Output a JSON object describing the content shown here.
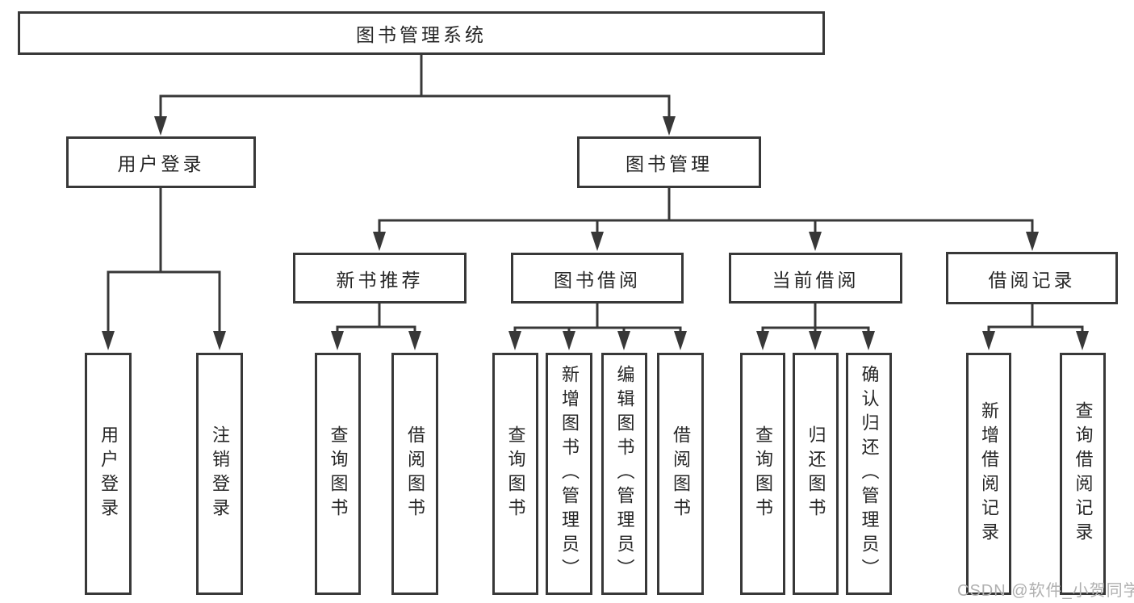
{
  "colors": {
    "line": "#383838",
    "text": "#262626",
    "background": "#ffffff",
    "watermark": "#b0b0b0"
  },
  "watermark": {
    "text": "CSDN @软件_小贺同学"
  },
  "tree": {
    "root": {
      "label": "图书管理系统",
      "children": [
        {
          "label": "用户登录",
          "children": [
            {
              "label": "用户登录"
            },
            {
              "label": "注销登录"
            }
          ]
        },
        {
          "label": "图书管理",
          "children": [
            {
              "label": "新书推荐",
              "children": [
                {
                  "label": "查询图书"
                },
                {
                  "label": "借阅图书"
                }
              ]
            },
            {
              "label": "图书借阅",
              "children": [
                {
                  "label": "查询图书"
                },
                {
                  "label": "新增图书（管理员）"
                },
                {
                  "label": "编辑图书（管理员）"
                },
                {
                  "label": "借阅图书"
                }
              ]
            },
            {
              "label": "当前借阅",
              "children": [
                {
                  "label": "查询图书"
                },
                {
                  "label": "归还图书"
                },
                {
                  "label": "确认归还（管理员）"
                }
              ]
            },
            {
              "label": "借阅记录",
              "children": [
                {
                  "label": "新增借阅记录"
                },
                {
                  "label": "查询借阅记录"
                }
              ]
            }
          ]
        }
      ]
    }
  }
}
